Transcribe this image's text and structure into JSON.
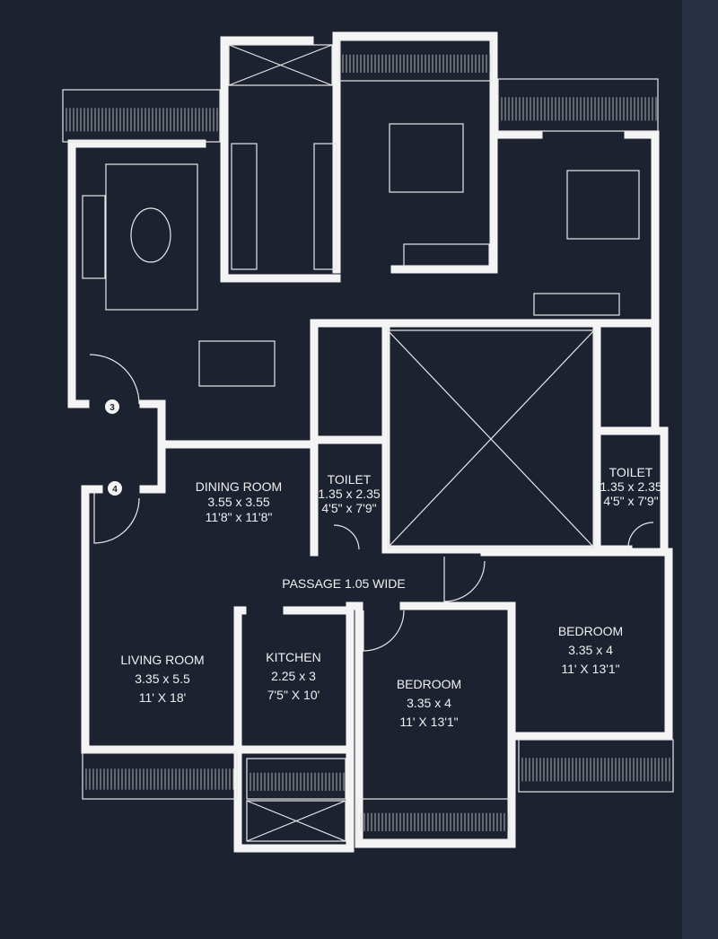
{
  "colors": {
    "background": "#1d2231",
    "walls": "#f4f4f4"
  },
  "markers": [
    "3",
    "4"
  ],
  "rooms": [
    {
      "name": "DINING ROOM",
      "metric": "3.55 x 3.55",
      "imperial": "11'8\" x 11'8\""
    },
    {
      "name": "TOILET",
      "metric": "1.35 x 2.35",
      "imperial": "4'5\" x 7'9\""
    },
    {
      "name": "TOILET",
      "metric": "1.35 x 2.35",
      "imperial": "4'5\" x 7'9\""
    },
    {
      "name": "LIVING ROOM",
      "metric": "3.35 x 5.5",
      "imperial": "11' X 18'"
    },
    {
      "name": "KITCHEN",
      "metric": "2.25 x 3",
      "imperial": "7'5\" X 10'"
    },
    {
      "name": "BEDROOM",
      "metric": "3.35 x 4",
      "imperial": "11' X 13'1\""
    },
    {
      "name": "BEDROOM",
      "metric": "3.35 x 4",
      "imperial": "11' X 13'1\""
    }
  ],
  "passage": "PASSAGE  1.05 WIDE"
}
